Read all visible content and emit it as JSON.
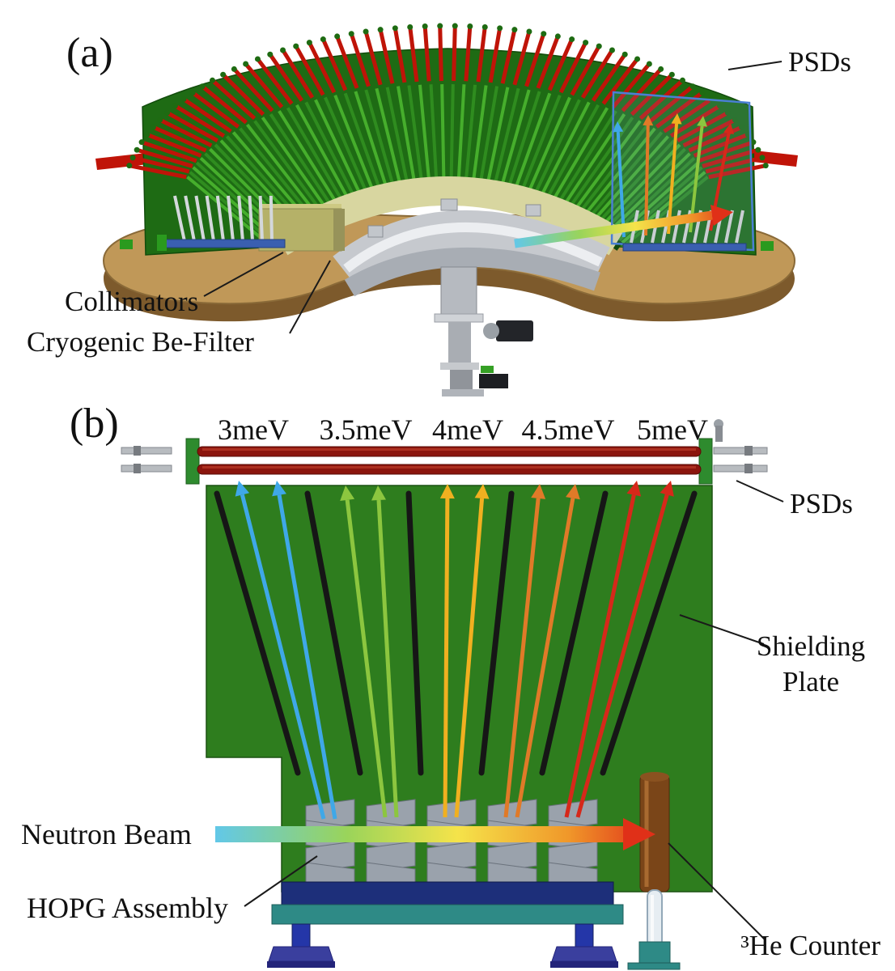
{
  "figure": {
    "panel_a": {
      "label": "(a)",
      "psds_label": "PSDs",
      "collimators_label": "Collimators",
      "be_filter_label": "Cryogenic Be-Filter"
    },
    "panel_b": {
      "label": "(b)",
      "psds_label": "PSDs",
      "shielding_label_line1": "Shielding",
      "shielding_label_line2": "Plate",
      "neutron_beam_label": "Neutron Beam",
      "hopg_label": "HOPG Assembly",
      "he_counter_label": "³He Counter",
      "energies": [
        {
          "text": "3meV",
          "color": "#3FA8E8"
        },
        {
          "text": "3.5meV",
          "color": "#8CC63F"
        },
        {
          "text": "4meV",
          "color": "#F0B020"
        },
        {
          "text": "4.5meV",
          "color": "#E07A28"
        },
        {
          "text": "5meV",
          "color": "#D6281A"
        }
      ]
    },
    "colors": {
      "shielding_green": "#2E7D1E",
      "housing_green": "#1E6B14",
      "fin_dark": "#2F8C1F",
      "fin_light": "#46AE2C",
      "psd_red": "#BF1408",
      "psd_dark_red": "#8B150D",
      "base_tan": "#C09858",
      "beam_gradient": [
        "#62C8E8",
        "#9AD45A",
        "#F5E34A",
        "#F0982A",
        "#E03018"
      ]
    }
  }
}
